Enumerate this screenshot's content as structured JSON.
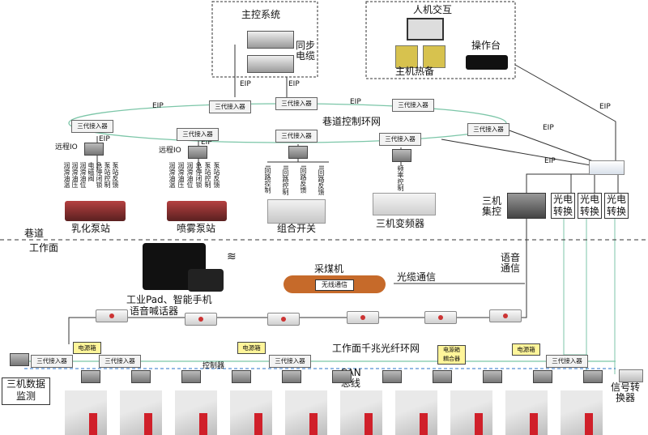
{
  "title_top": "主控系统",
  "sync_cable": "同步电缆",
  "hmi_title": "人机交互",
  "host_hot_backup": "主机热备",
  "console": "操作台",
  "eip": "EIP",
  "access_device": "三代接入器",
  "ring_network": "巷道控制环网",
  "remote_io": "远程IO",
  "emulsion_signals": [
    "润滑油温",
    "润滑油压",
    "润滑油位",
    "电磁阀",
    "急停闭锁",
    "泵站控制",
    "泵站反馈"
  ],
  "spray_signals": [
    "润滑油温",
    "润滑油压",
    "润滑油位",
    "急停闭锁",
    "泵站控制",
    "泵站反馈"
  ],
  "combo_signals": [
    "I回路控制",
    "II回路控制",
    "I回路反馈",
    "II回路反馈"
  ],
  "vfd_signal": "频率控制",
  "emulsion_pump": "乳化泵站",
  "spray_pump": "喷雾泵站",
  "combination_switch": "组合开关",
  "three_machine_vfd": "三机变频器",
  "three_machine_control": "三机集控",
  "optical_converter": "光电转换",
  "roadway": "巷道",
  "working_face": "工作面",
  "voice_comm": "语音通信",
  "shearer": "采煤机",
  "wireless_comm": "无线通信",
  "fiber_comm": "光缆通信",
  "pad_phone": "工业Pad、智能手机",
  "voice_caller": "语音喊话器",
  "face_ring": "工作面千兆光纤环网",
  "power_box": "电源箱",
  "coupler": "耦合器",
  "controller": "控制器",
  "can_bus": "CAN总线",
  "three_machine_monitor": "三机数据监测",
  "signal_converter": "信号转换器"
}
